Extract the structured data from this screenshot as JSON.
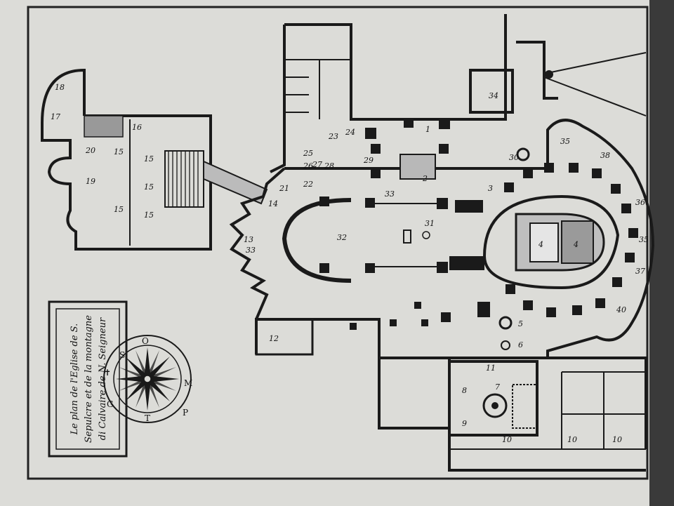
{
  "cartouche": {
    "lines": [
      "Le plan de l'Eglise de S.",
      "Sepulcre et de la montagne",
      "di Calvaire de N. Seigneur"
    ]
  },
  "compass": {
    "letters": [
      "O",
      "P",
      "M",
      "T",
      "G",
      "S"
    ],
    "cross": "✝"
  },
  "labels": [
    {
      "id": "l1",
      "text": "1"
    },
    {
      "id": "l2",
      "text": "2"
    },
    {
      "id": "l3",
      "text": "3"
    },
    {
      "id": "l4a",
      "text": "4"
    },
    {
      "id": "l4b",
      "text": "4"
    },
    {
      "id": "l5",
      "text": "5"
    },
    {
      "id": "l6",
      "text": "6"
    },
    {
      "id": "l7",
      "text": "7"
    },
    {
      "id": "l8",
      "text": "8"
    },
    {
      "id": "l9",
      "text": "9"
    },
    {
      "id": "l10a",
      "text": "10"
    },
    {
      "id": "l10b",
      "text": "10"
    },
    {
      "id": "l10c",
      "text": "10"
    },
    {
      "id": "l11",
      "text": "11"
    },
    {
      "id": "l12",
      "text": "12"
    },
    {
      "id": "l13",
      "text": "13"
    },
    {
      "id": "l14",
      "text": "14"
    },
    {
      "id": "l15a",
      "text": "15"
    },
    {
      "id": "l15b",
      "text": "15"
    },
    {
      "id": "l15c",
      "text": "15"
    },
    {
      "id": "l15d",
      "text": "15"
    },
    {
      "id": "l15e",
      "text": "15"
    },
    {
      "id": "l16",
      "text": "16"
    },
    {
      "id": "l17",
      "text": "17"
    },
    {
      "id": "l18",
      "text": "18"
    },
    {
      "id": "l19",
      "text": "19"
    },
    {
      "id": "l20",
      "text": "20"
    },
    {
      "id": "l21",
      "text": "21"
    },
    {
      "id": "l22",
      "text": "22"
    },
    {
      "id": "l23",
      "text": "23"
    },
    {
      "id": "l24",
      "text": "24"
    },
    {
      "id": "l25",
      "text": "25"
    },
    {
      "id": "l26",
      "text": "26"
    },
    {
      "id": "l27",
      "text": "27"
    },
    {
      "id": "l28",
      "text": "28"
    },
    {
      "id": "l29",
      "text": "29"
    },
    {
      "id": "l30",
      "text": "30"
    },
    {
      "id": "l31",
      "text": "31"
    },
    {
      "id": "l32",
      "text": "32"
    },
    {
      "id": "l33a",
      "text": "33"
    },
    {
      "id": "l33b",
      "text": "33"
    },
    {
      "id": "l34",
      "text": "34"
    },
    {
      "id": "l35a",
      "text": "35"
    },
    {
      "id": "l35b",
      "text": "35"
    },
    {
      "id": "l36",
      "text": "36"
    },
    {
      "id": "l37",
      "text": "37"
    },
    {
      "id": "l38",
      "text": "38"
    },
    {
      "id": "l40",
      "text": "40"
    }
  ]
}
